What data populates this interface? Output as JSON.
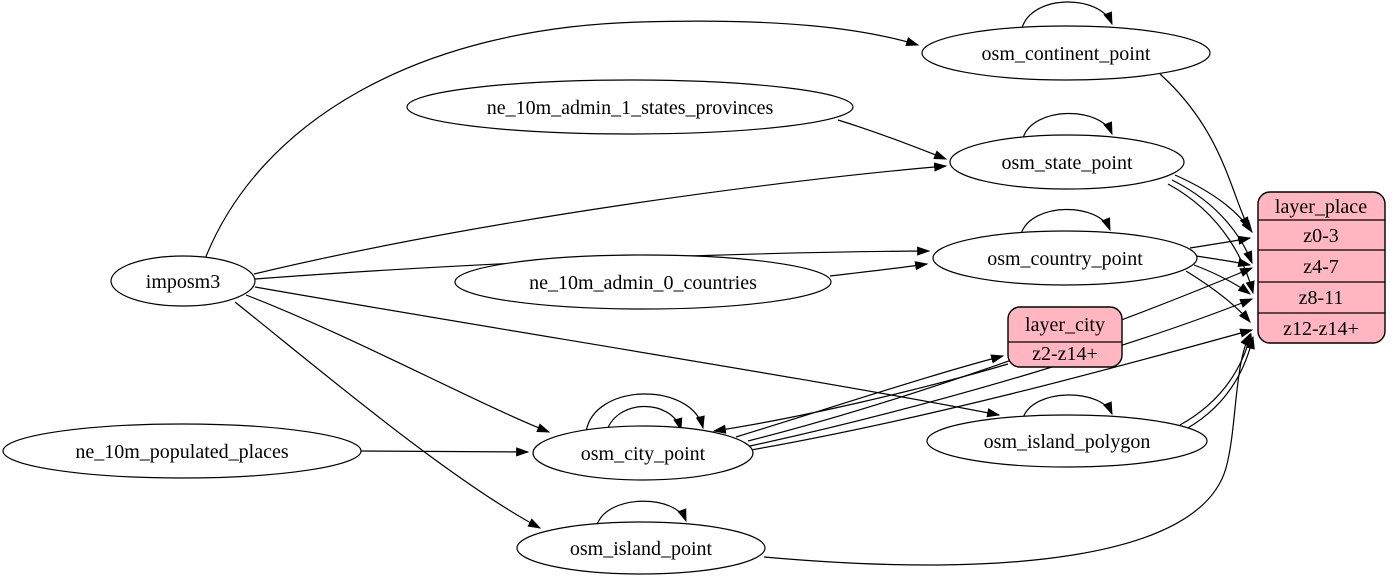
{
  "diagram": {
    "kind": "etl-dependency-graph",
    "background": "#ffffff",
    "colors": {
      "edge": "#000000",
      "ellipse_fill": "#ffffff",
      "record_fill": "#ffb6c1",
      "stroke": "#000000",
      "text": "#000000"
    },
    "nodes": {
      "imposm3": {
        "label": "imposm3"
      },
      "ne_10m_admin_1_states_provinces": {
        "label": "ne_10m_admin_1_states_provinces"
      },
      "ne_10m_admin_0_countries": {
        "label": "ne_10m_admin_0_countries"
      },
      "ne_10m_populated_places": {
        "label": "ne_10m_populated_places"
      },
      "osm_continent_point": {
        "label": "osm_continent_point"
      },
      "osm_state_point": {
        "label": "osm_state_point"
      },
      "osm_country_point": {
        "label": "osm_country_point"
      },
      "osm_city_point": {
        "label": "osm_city_point"
      },
      "osm_island_polygon": {
        "label": "osm_island_polygon"
      },
      "osm_island_point": {
        "label": "osm_island_point"
      },
      "layer_city": {
        "title": "layer_city",
        "rows": [
          "z2-z14+"
        ]
      },
      "layer_place": {
        "title": "layer_place",
        "rows": [
          "z0-3",
          "z4-7",
          "z8-11",
          "z12-z14+"
        ]
      }
    },
    "edges": [
      {
        "from": "imposm3",
        "to": "osm_continent_point"
      },
      {
        "from": "imposm3",
        "to": "osm_state_point"
      },
      {
        "from": "imposm3",
        "to": "osm_country_point"
      },
      {
        "from": "imposm3",
        "to": "osm_city_point"
      },
      {
        "from": "imposm3",
        "to": "osm_island_polygon"
      },
      {
        "from": "imposm3",
        "to": "osm_island_point"
      },
      {
        "from": "ne_10m_admin_1_states_provinces",
        "to": "osm_state_point"
      },
      {
        "from": "ne_10m_admin_0_countries",
        "to": "osm_country_point"
      },
      {
        "from": "ne_10m_populated_places",
        "to": "osm_city_point"
      },
      {
        "from": "osm_continent_point",
        "to": "osm_continent_point"
      },
      {
        "from": "osm_state_point",
        "to": "osm_state_point"
      },
      {
        "from": "osm_country_point",
        "to": "osm_country_point"
      },
      {
        "from": "osm_city_point",
        "to": "osm_city_point"
      },
      {
        "from": "osm_city_point",
        "to": "osm_city_point"
      },
      {
        "from": "osm_island_polygon",
        "to": "osm_island_polygon"
      },
      {
        "from": "osm_island_point",
        "to": "osm_island_point"
      },
      {
        "from": "osm_continent_point",
        "to": "layer_place:z0-3"
      },
      {
        "from": "osm_state_point",
        "to": "layer_place:z0-3"
      },
      {
        "from": "osm_state_point",
        "to": "layer_place:z4-7"
      },
      {
        "from": "osm_state_point",
        "to": "layer_place:z8-11"
      },
      {
        "from": "osm_country_point",
        "to": "layer_place:z0-3"
      },
      {
        "from": "osm_country_point",
        "to": "layer_place:z4-7"
      },
      {
        "from": "osm_country_point",
        "to": "layer_place:z8-11"
      },
      {
        "from": "osm_country_point",
        "to": "layer_place:z12-z14+"
      },
      {
        "from": "osm_city_point",
        "to": "layer_city:z2-z14+"
      },
      {
        "from": "layer_city",
        "to": "osm_city_point"
      },
      {
        "from": "osm_city_point",
        "to": "layer_place:z4-7"
      },
      {
        "from": "osm_city_point",
        "to": "layer_place:z8-11"
      },
      {
        "from": "osm_city_point",
        "to": "layer_place:z12-z14+"
      },
      {
        "from": "osm_island_polygon",
        "to": "layer_place:z12-z14+"
      },
      {
        "from": "osm_island_point",
        "to": "layer_place:z12-z14+"
      }
    ]
  }
}
